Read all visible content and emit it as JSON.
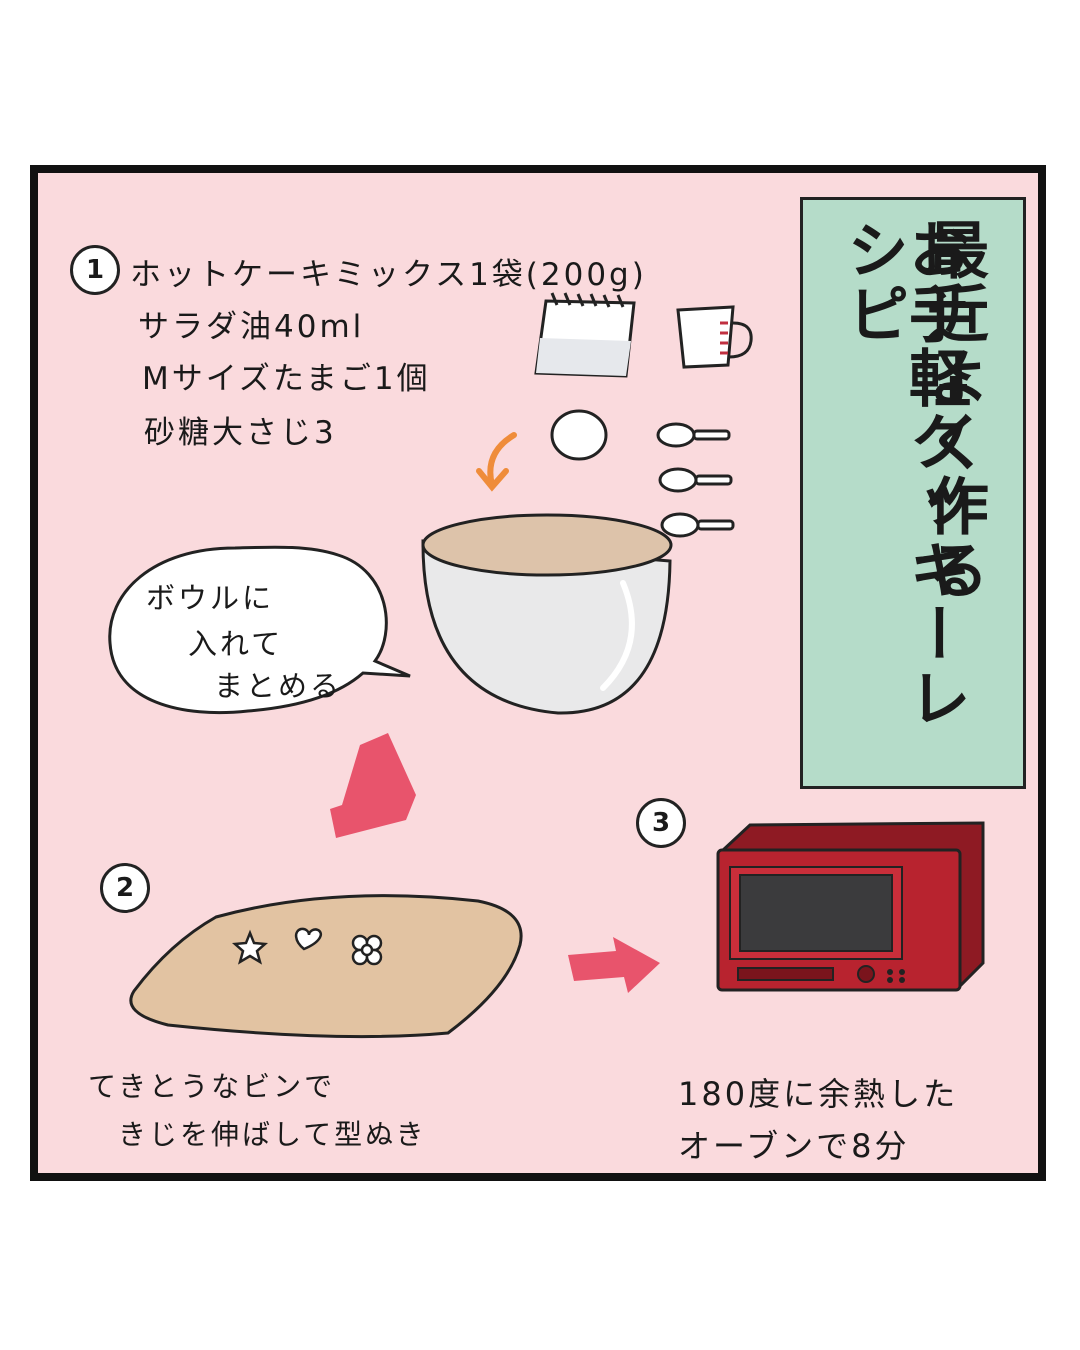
{
  "title": {
    "line1": "最近よく作る",
    "line2": "お手軽クッキーレシピ"
  },
  "step1": {
    "number": "1",
    "ingredients": [
      "ホットケーキミックス1袋(200g)",
      "サラダ油40ml",
      "Mサイズたまご1個",
      "砂糖大さじ3"
    ],
    "bubble": [
      "ボウルに",
      "入れて",
      "まとめる"
    ]
  },
  "step2": {
    "number": "2",
    "caption": [
      "てきとうなビンで",
      "きじを伸ばして型ぬき"
    ]
  },
  "step3": {
    "number": "3",
    "caption": [
      "180度に余熱した",
      "オーブンで8分"
    ]
  },
  "colors": {
    "panel_bg": "#fadadd",
    "title_bg": "#b5dcc9",
    "arrow": "#e8546c",
    "oven": "#b8232f",
    "dough": "#e2c3a2"
  }
}
